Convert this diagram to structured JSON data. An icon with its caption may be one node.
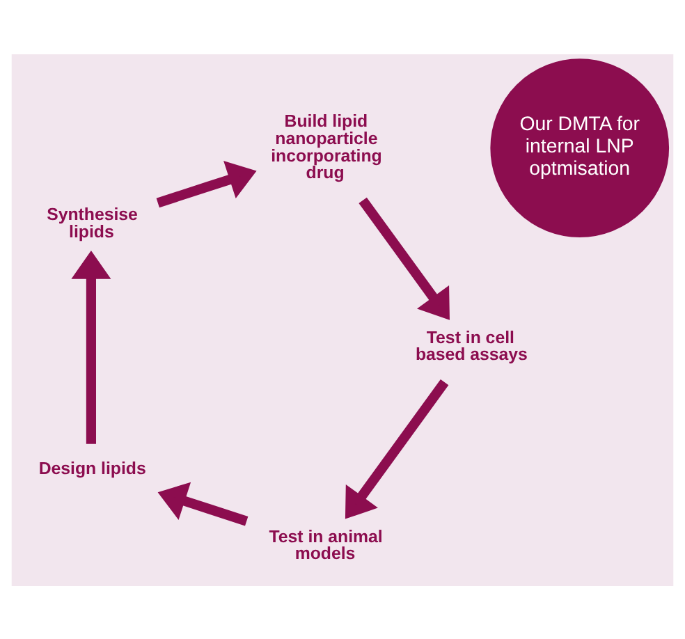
{
  "diagram": {
    "nodes": [
      {
        "text": [
          "Our DMTA for internal LNP optmisation"
        ]
      },
      {
        "text": [
          "Design lipids"
        ]
      },
      {
        "text": [
          "Synthesise lipids"
        ]
      },
      {
        "text": [
          "Build lipid nanoparticle incorporating drug"
        ]
      },
      {
        "text": [
          "Test in cell based assays"
        ]
      },
      {
        "text": [
          "Test in animal models"
        ]
      }
    ],
    "edges": [
      {
        "from": 5,
        "to": 1,
        "arrow": "to"
      },
      {
        "from": 1,
        "to": 2,
        "arrow": "to"
      },
      {
        "from": 2,
        "to": 3,
        "arrow": "to"
      },
      {
        "from": 3,
        "to": 4,
        "arrow": "to"
      },
      {
        "from": 4,
        "to": 5,
        "arrow": "to"
      }
    ]
  }
}
